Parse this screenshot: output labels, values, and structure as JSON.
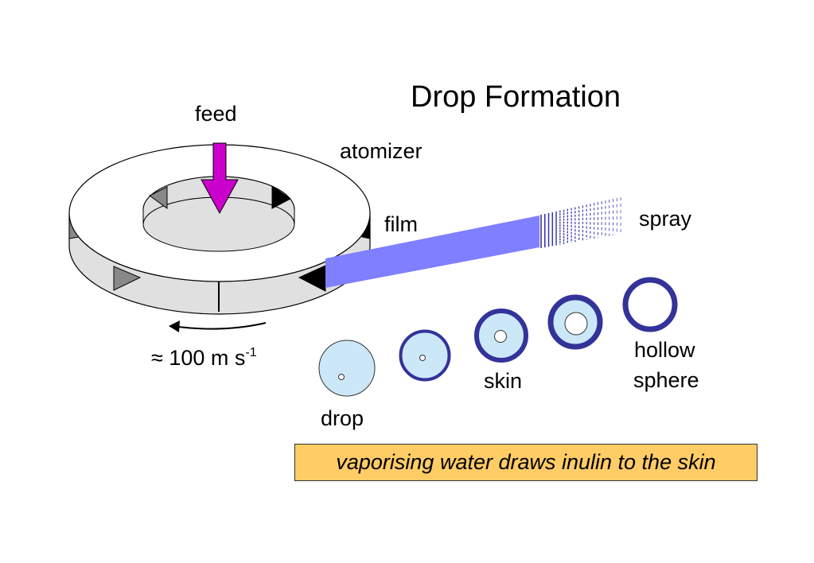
{
  "title": "Drop Formation",
  "labels": {
    "feed": "feed",
    "atomizer": "atomizer",
    "film": "film",
    "spray": "spray",
    "drop": "drop",
    "skin": "skin",
    "hollow": "hollow",
    "sphere": "sphere"
  },
  "speed": {
    "prefix": "≈ 100 m s",
    "exponent": "-1"
  },
  "callout": "vaporising water draws inulin to the skin",
  "colors": {
    "feed_arrow": "#cc00cc",
    "spray_band": "#7f7fff",
    "spray_lines": "#3333aa",
    "particle_fill": "#cce8f8",
    "particle_ring": "#333399",
    "disk_top": "#ffffff",
    "disk_side": "#e0e0e0",
    "callout_bg": "#ffcc66"
  }
}
